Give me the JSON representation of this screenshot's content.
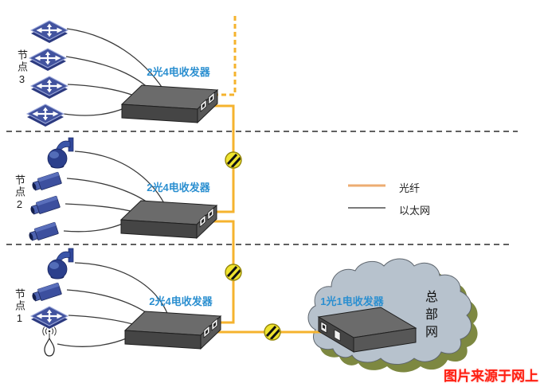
{
  "nodes": [
    {
      "label": "节点3",
      "transceiver_label": "2光4电收发器",
      "devices": [
        "switch",
        "switch",
        "switch",
        "switch"
      ]
    },
    {
      "label": "节点2",
      "transceiver_label": "2光4电收发器",
      "devices": [
        "dome-camera",
        "box-camera",
        "box-camera",
        "box-camera"
      ]
    },
    {
      "label": "节点1",
      "transceiver_label": "2光4电收发器",
      "devices": [
        "dome-camera",
        "box-camera",
        "switch",
        "wireless-antenna"
      ]
    }
  ],
  "headquarters": {
    "transceiver_label": "1光1电收发器",
    "cloud_label": "总部网"
  },
  "legend": {
    "fiber_label": "光纤",
    "ethernet_label": "以太网"
  },
  "caption": "图片来源于网上",
  "icons": {
    "splice": "fiber-splice-icon",
    "switch": "network-switch-icon",
    "dome": "dome-camera-icon",
    "boxcam": "box-camera-icon",
    "antenna": "wireless-antenna-icon"
  },
  "colors": {
    "fiber_line": "#F5B32E",
    "fiber_legend": "#EDAC72",
    "ethernet_line": "#3A3A3A",
    "transceiver_label_blue": "#2B8FD0",
    "caption_red": "#FF2012",
    "cloud_fill": "#B7C2CD",
    "cloud_shadow": "#7D8841",
    "splice_fill": "#EFE32F"
  }
}
